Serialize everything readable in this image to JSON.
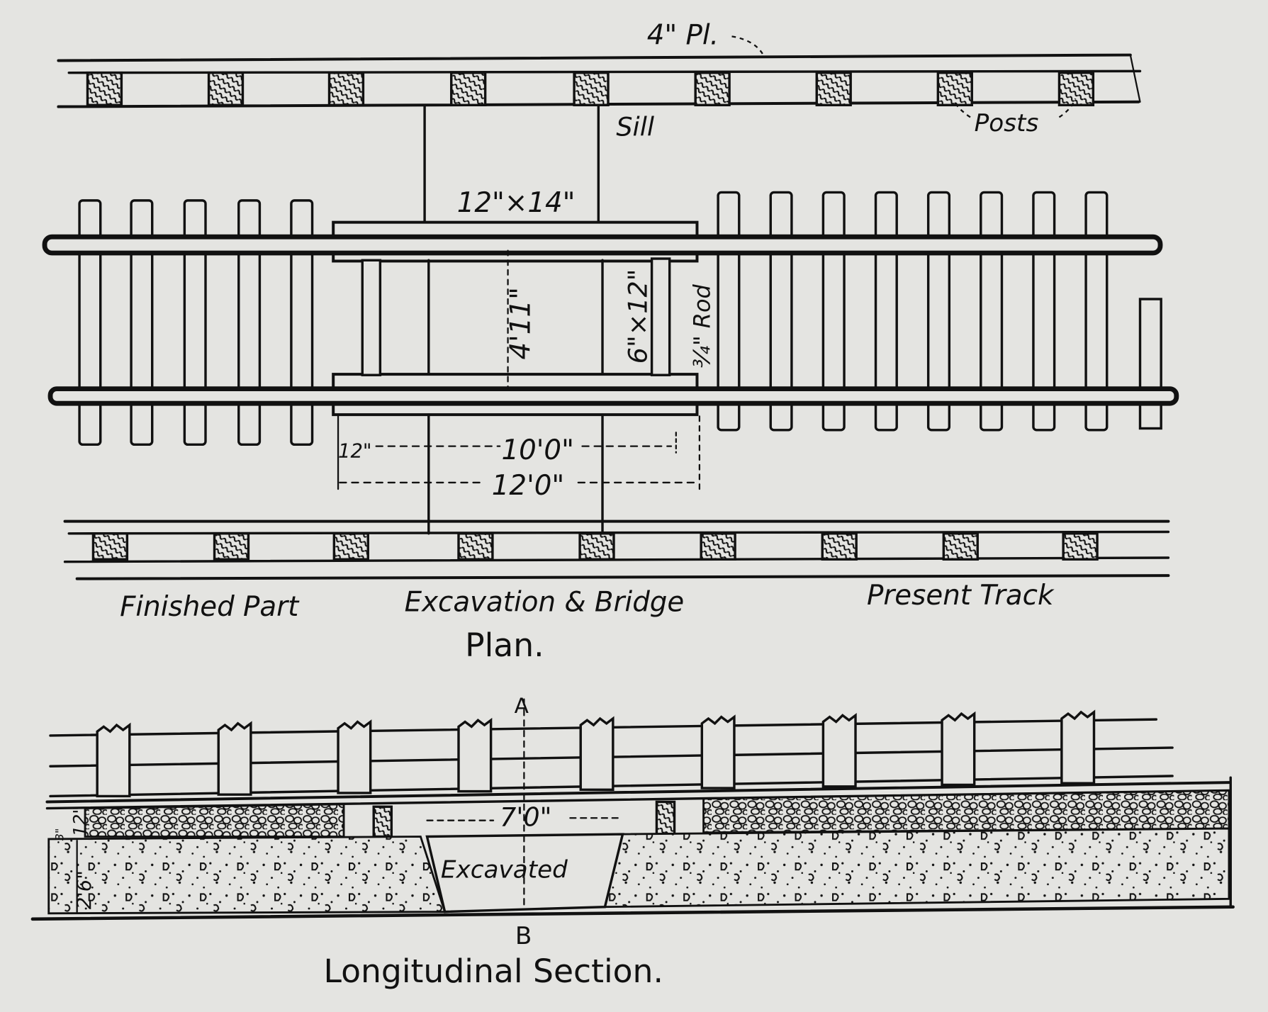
{
  "plan": {
    "title": "Plan.",
    "labels": {
      "planking": "4\" Pl.",
      "sill": "Sill",
      "posts": "Posts",
      "cap_size": "12\"×14\"",
      "gauge": "4'11\"",
      "stringer_size": "6\"×12\"",
      "rod": "¾\" Rod",
      "offset": "12\"",
      "inner_span": "10'0\"",
      "outer_span": "12'0\"",
      "finished_part": "Finished Part",
      "excavation_bridge": "Excavation & Bridge",
      "present_track": "Present Track"
    }
  },
  "section": {
    "title": "Longitudinal Section.",
    "labels": {
      "point_a": "A",
      "point_b": "B",
      "span": "7'0\"",
      "excavated": "Excavated",
      "depth_small": "3\"",
      "ballast_depth": "12\"",
      "fill_depth": "2'6\""
    }
  },
  "colors": {
    "paper": "#e4e4e1",
    "ink": "#111111"
  }
}
